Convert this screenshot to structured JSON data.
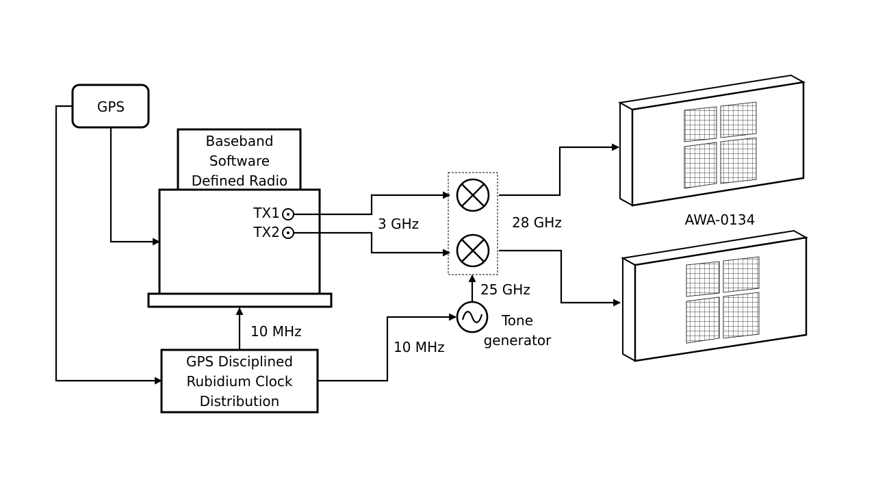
{
  "blocks": {
    "gps": "GPS",
    "sdr_line1": "Baseband",
    "sdr_line2": "Software",
    "sdr_line3": "Defined Radio",
    "clock_line1": "GPS Disciplined",
    "clock_line2": "Rubidium Clock",
    "clock_line3": "Distribution",
    "tone_line1": "Tone",
    "tone_line2": "generator"
  },
  "ports": {
    "tx1": "TX1",
    "tx2": "TX2"
  },
  "signals": {
    "ref_to_sdr": "10 MHz",
    "ref_to_tone": "10 MHz",
    "if_freq": "3 GHz",
    "lo_freq": "25 GHz",
    "rf_freq": "28 GHz"
  },
  "antenna": {
    "model": "AWA-0134"
  }
}
